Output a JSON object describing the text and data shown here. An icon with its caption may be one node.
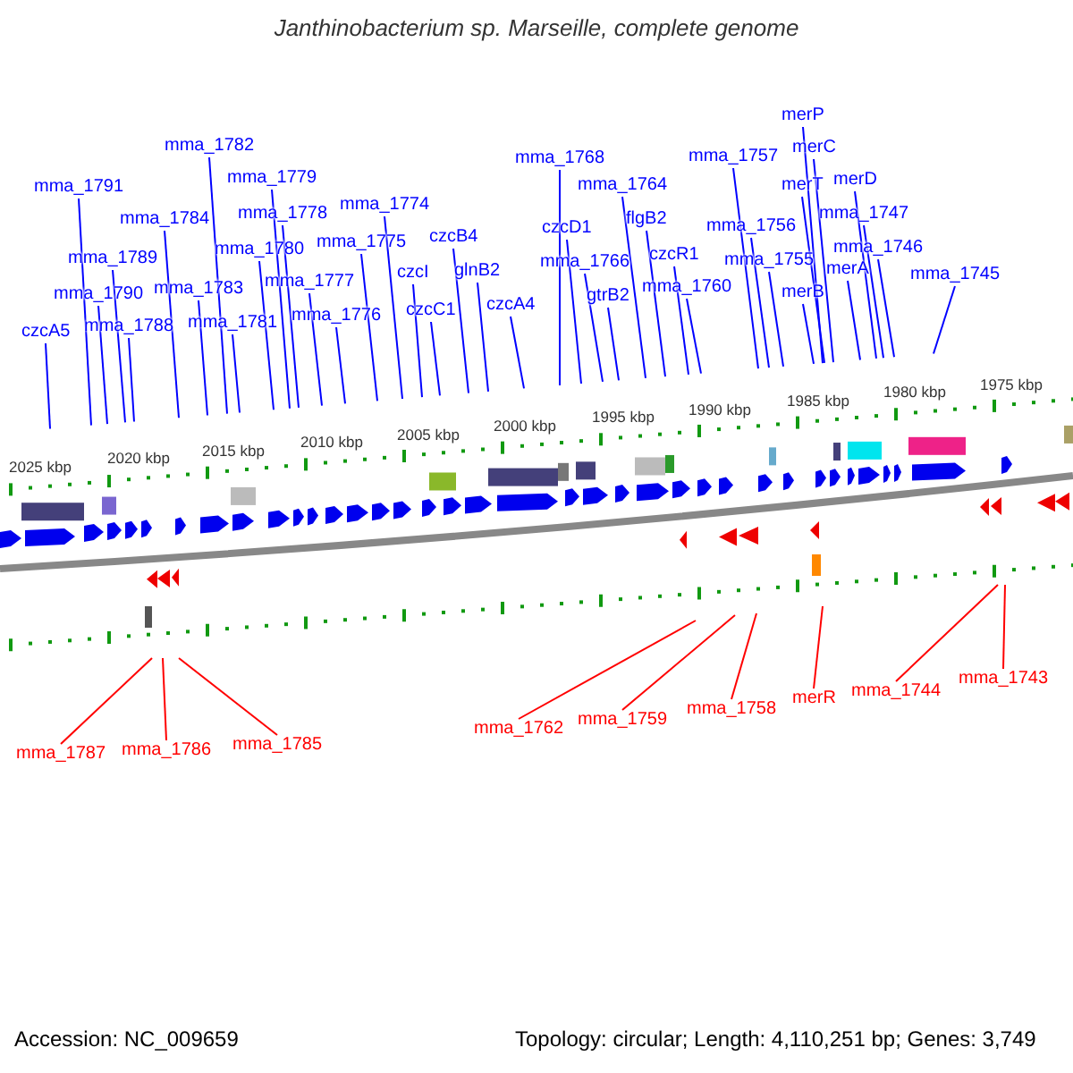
{
  "diagram": {
    "title": "Janthinobacterium sp. Marseille, complete genome",
    "nodes": [
      {
        "text": [
          "mma_1782"
        ]
      },
      {
        "text": [
          "mma_1779"
        ]
      },
      {
        "text": [
          "mma_1791"
        ]
      },
      {
        "text": [
          "mma_1774"
        ]
      },
      {
        "text": [
          "mma_1778"
        ]
      },
      {
        "text": [
          "mma_1784"
        ]
      },
      {
        "text": [
          "czcB4"
        ]
      },
      {
        "text": [
          "mma_1775"
        ]
      },
      {
        "text": [
          "mma_1780"
        ]
      },
      {
        "text": [
          "mma_1789"
        ]
      },
      {
        "text": [
          "czcI"
        ]
      },
      {
        "text": [
          "glnB2"
        ]
      },
      {
        "text": [
          "mma_1783"
        ]
      },
      {
        "text": [
          "mma_1777"
        ]
      },
      {
        "text": [
          "mma_1790"
        ]
      },
      {
        "text": [
          "czcA5"
        ]
      },
      {
        "text": [
          "mma_1788"
        ]
      },
      {
        "text": [
          "mma_1781"
        ]
      },
      {
        "text": [
          "mma_1776"
        ]
      },
      {
        "text": [
          "czcC1"
        ]
      },
      {
        "text": [
          "czcA4"
        ]
      },
      {
        "text": [
          "merP"
        ]
      },
      {
        "text": [
          "merC"
        ]
      },
      {
        "text": [
          "mma_1768"
        ]
      },
      {
        "text": [
          "mma_1757"
        ]
      },
      {
        "text": [
          "merD"
        ]
      },
      {
        "text": [
          "mma_1764"
        ]
      },
      {
        "text": [
          "merT"
        ]
      },
      {
        "text": [
          "mma_1747"
        ]
      },
      {
        "text": [
          "flgB2"
        ]
      },
      {
        "text": [
          "mma_1756"
        ]
      },
      {
        "text": [
          "czcD1"
        ]
      },
      {
        "text": [
          "mma_1746"
        ]
      },
      {
        "text": [
          "czcR1"
        ]
      },
      {
        "text": [
          "mma_1766"
        ]
      },
      {
        "text": [
          "mma_1755"
        ]
      },
      {
        "text": [
          "merA"
        ]
      },
      {
        "text": [
          "mma_1745"
        ]
      },
      {
        "text": [
          "mma_1760"
        ]
      },
      {
        "text": [
          "merB"
        ]
      },
      {
        "text": [
          "gtrB2"
        ]
      },
      {
        "text": [
          "mma_1743"
        ]
      },
      {
        "text": [
          "mma_1744"
        ]
      },
      {
        "text": [
          "merR"
        ]
      },
      {
        "text": [
          "mma_1758"
        ]
      },
      {
        "text": [
          "mma_1759"
        ]
      },
      {
        "text": [
          "mma_1762"
        ]
      },
      {
        "text": [
          "mma_1785"
        ]
      },
      {
        "text": [
          "mma_1786"
        ]
      },
      {
        "text": [
          "mma_1787"
        ]
      }
    ],
    "edges": [
      {
        "from": 0,
        "to": null,
        "arrow": "none"
      },
      {
        "from": 1,
        "to": null,
        "arrow": "none"
      },
      {
        "from": 2,
        "to": null,
        "arrow": "none"
      },
      {
        "from": 3,
        "to": null,
        "arrow": "none"
      },
      {
        "from": 4,
        "to": null,
        "arrow": "none"
      },
      {
        "from": 5,
        "to": null,
        "arrow": "none"
      },
      {
        "from": 6,
        "to": null,
        "arrow": "none"
      },
      {
        "from": 7,
        "to": null,
        "arrow": "none"
      },
      {
        "from": 8,
        "to": null,
        "arrow": "none"
      },
      {
        "from": 9,
        "to": null,
        "arrow": "none"
      },
      {
        "from": 10,
        "to": null,
        "arrow": "none"
      },
      {
        "from": 11,
        "to": null,
        "arrow": "none"
      },
      {
        "from": 12,
        "to": null,
        "arrow": "none"
      },
      {
        "from": 13,
        "to": null,
        "arrow": "none"
      },
      {
        "from": 14,
        "to": null,
        "arrow": "none"
      },
      {
        "from": 15,
        "to": null,
        "arrow": "none"
      },
      {
        "from": 16,
        "to": null,
        "arrow": "none"
      },
      {
        "from": 17,
        "to": null,
        "arrow": "none"
      },
      {
        "from": 18,
        "to": null,
        "arrow": "none"
      },
      {
        "from": 19,
        "to": null,
        "arrow": "none"
      },
      {
        "from": 20,
        "to": null,
        "arrow": "none"
      },
      {
        "from": 21,
        "to": null,
        "arrow": "none"
      },
      {
        "from": 22,
        "to": null,
        "arrow": "none"
      },
      {
        "from": 23,
        "to": null,
        "arrow": "none"
      },
      {
        "from": 24,
        "to": null,
        "arrow": "none"
      },
      {
        "from": 25,
        "to": null,
        "arrow": "none"
      },
      {
        "from": 26,
        "to": null,
        "arrow": "none"
      },
      {
        "from": 27,
        "to": null,
        "arrow": "none"
      },
      {
        "from": 28,
        "to": null,
        "arrow": "none"
      },
      {
        "from": 29,
        "to": null,
        "arrow": "none"
      },
      {
        "from": 30,
        "to": null,
        "arrow": "none"
      },
      {
        "from": 31,
        "to": null,
        "arrow": "none"
      },
      {
        "from": 32,
        "to": null,
        "arrow": "none"
      },
      {
        "from": 33,
        "to": null,
        "arrow": "none"
      },
      {
        "from": 34,
        "to": null,
        "arrow": "none"
      },
      {
        "from": 35,
        "to": null,
        "arrow": "none"
      },
      {
        "from": 36,
        "to": null,
        "arrow": "none"
      },
      {
        "from": 37,
        "to": null,
        "arrow": "none"
      },
      {
        "from": 38,
        "to": null,
        "arrow": "none"
      },
      {
        "from": 39,
        "to": null,
        "arrow": "none"
      },
      {
        "from": 40,
        "to": null,
        "arrow": "none"
      },
      {
        "from": 41,
        "to": null,
        "arrow": "none",
        "color": "#ff0000"
      },
      {
        "from": 42,
        "to": null,
        "arrow": "none",
        "color": "#ff0000"
      },
      {
        "from": 43,
        "to": null,
        "arrow": "none",
        "color": "#ff0000"
      },
      {
        "from": 44,
        "to": null,
        "arrow": "none",
        "color": "#ff0000"
      },
      {
        "from": 45,
        "to": null,
        "arrow": "none",
        "color": "#ff0000"
      },
      {
        "from": 46,
        "to": null,
        "arrow": "none",
        "color": "#ff0000"
      },
      {
        "from": 47,
        "to": null,
        "arrow": "none",
        "color": "#ff0000"
      },
      {
        "from": 48,
        "to": null,
        "arrow": "none",
        "color": "#ff0000"
      },
      {
        "from": 49,
        "to": null,
        "arrow": "none",
        "color": "#ff0000"
      }
    ],
    "labels": [
      "1975 kbp",
      "1980 kbp",
      "1985 kbp",
      "1990 kbp",
      "1995 kbp",
      "2000 kbp",
      "2005 kbp",
      "2010 kbp",
      "2015 kbp",
      "2020 kbp",
      "2025 kbp",
      "Accession: NC_009659",
      "Topology: circular; Length: 4,110,251 bp; Genes: 3,749"
    ]
  }
}
